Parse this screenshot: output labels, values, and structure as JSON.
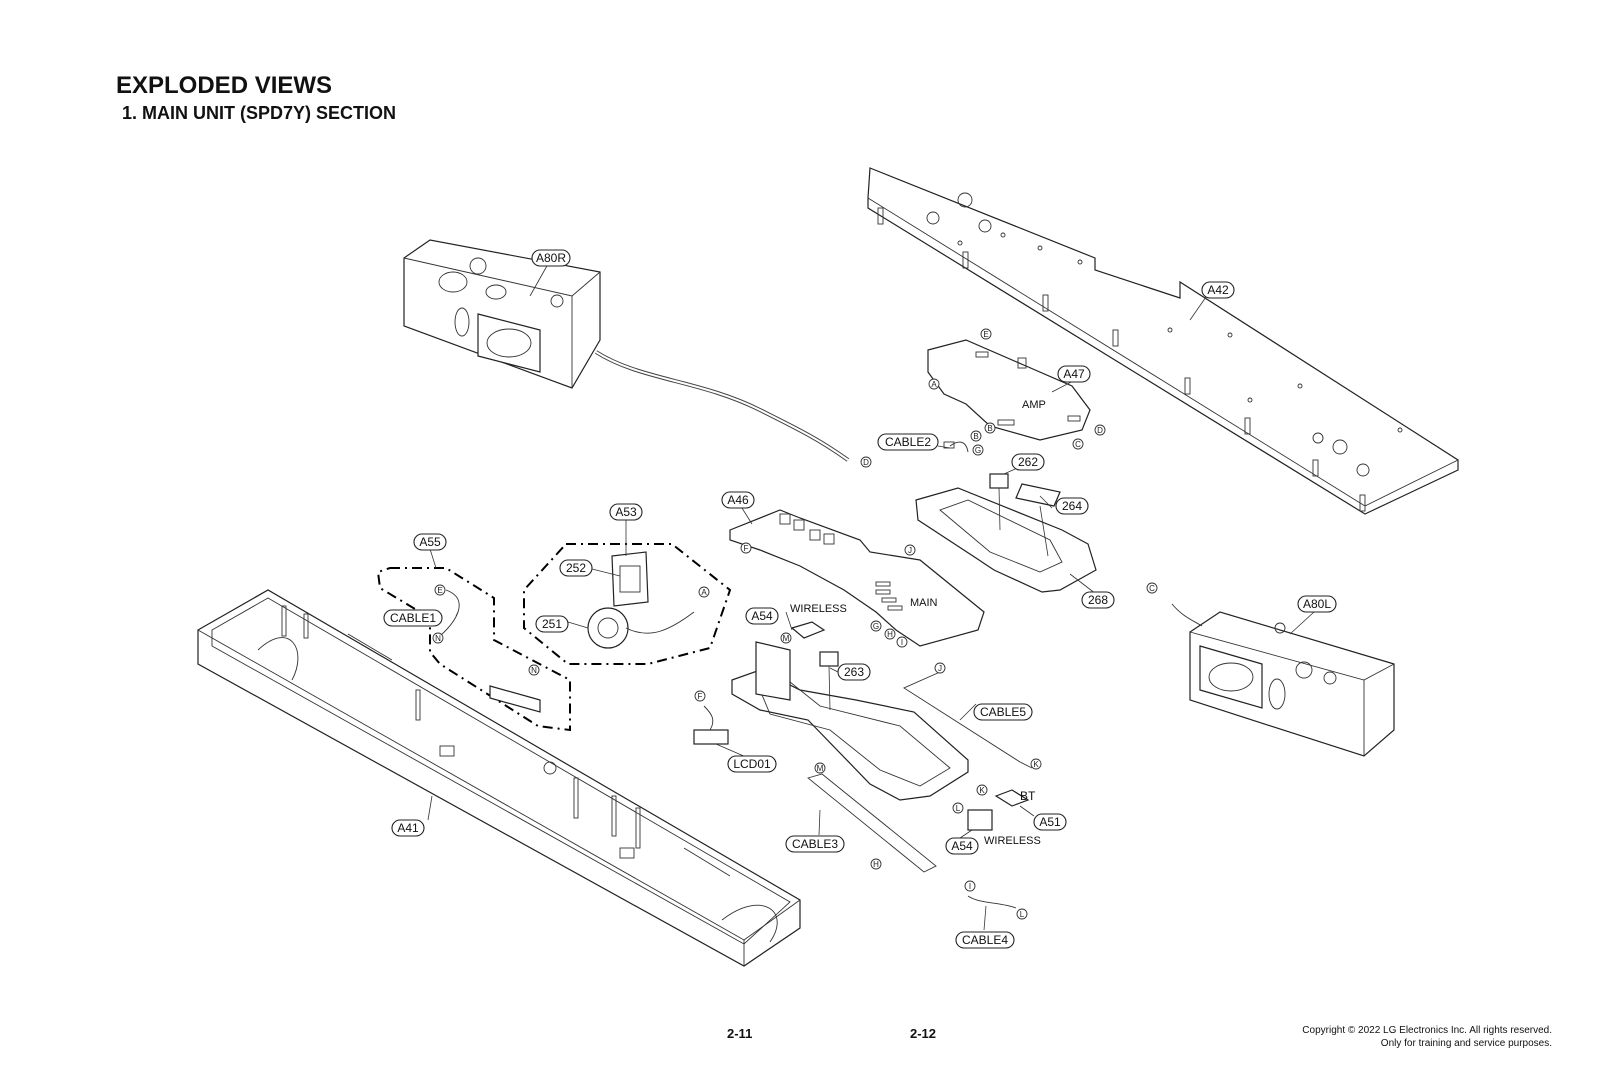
{
  "header": {
    "title": "EXPLODED VIEWS",
    "section": "1. MAIN UNIT (SPD7Y) SECTION"
  },
  "footer": {
    "page_left": "2-11",
    "page_right": "2-12",
    "copyright_line1": "Copyright © 2022 LG Electronics Inc. All rights reserved.",
    "copyright_line2": "Only for training and service purposes."
  },
  "parts": {
    "a80r": "A80R",
    "a42": "A42",
    "a47": "A47",
    "cable2": "CABLE2",
    "p262": "262",
    "p264": "264",
    "a46": "A46",
    "a53": "A53",
    "a55": "A55",
    "p252": "252",
    "p251": "251",
    "cable1": "CABLE1",
    "a54_top": "A54",
    "p263": "263",
    "p268": "268",
    "a80l": "A80L",
    "cable5": "CABLE5",
    "lcd01": "LCD01",
    "a41": "A41",
    "cable3": "CABLE3",
    "a51": "A51",
    "a54_bottom": "A54",
    "cable4": "CABLE4"
  },
  "board_text": {
    "amp": "AMP",
    "main": "MAIN",
    "wireless_top": "WIRELESS",
    "wireless_bottom": "WIRELESS",
    "bt": "BT"
  },
  "connectors": {
    "a": "A",
    "b": "B",
    "c": "C",
    "d": "D",
    "e": "E",
    "f": "F",
    "g": "G",
    "h": "H",
    "i": "I",
    "j": "J",
    "k": "K",
    "l": "L",
    "m": "M",
    "n": "N"
  }
}
